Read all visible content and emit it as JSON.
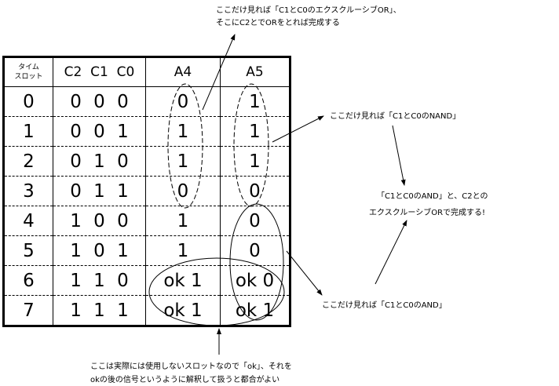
{
  "table": {
    "headers": {
      "slot": "タイム\nスロット",
      "slot_line1": "タイム",
      "slot_line2": "スロット",
      "inputs": "C2  C1  C0",
      "a4": "A4",
      "a5": "A5"
    },
    "rows": [
      {
        "slot": "0",
        "inputs": "0 0 0",
        "a4": "0",
        "a5": "1"
      },
      {
        "slot": "1",
        "inputs": "0 0 1",
        "a4": "1",
        "a5": "1"
      },
      {
        "slot": "2",
        "inputs": "0 1 0",
        "a4": "1",
        "a5": "1"
      },
      {
        "slot": "3",
        "inputs": "0 1 1",
        "a4": "0",
        "a5": "0"
      },
      {
        "slot": "4",
        "inputs": "1 0 0",
        "a4": "1",
        "a5": "0"
      },
      {
        "slot": "5",
        "inputs": "1 0 1",
        "a4": "1",
        "a5": "0"
      },
      {
        "slot": "6",
        "inputs": "1 1 0",
        "a4": "ok 1",
        "a5": "ok 0"
      },
      {
        "slot": "7",
        "inputs": "1 1 1",
        "a4": "ok 1",
        "a5": "ok 1"
      }
    ]
  },
  "notes": {
    "top_line1": "ここだけ見れば「C1とC0のエクスクルーシブOR」、",
    "top_line2": "そこにC2とでORをとれば完成する",
    "nand": "ここだけ見れば「C1とC0のNAND」",
    "result_line1": "「C1とC0のAND」と、C2との",
    "result_line2": "エクスクルーシブORで完成する!",
    "and": "ここだけ見れば「C1とC0のAND」",
    "bottom_line1": "ここは実際には使用しないスロットなので「ok」、それを",
    "bottom_line2": "okの後の信号というように解釈して扱うと都合がよい"
  }
}
